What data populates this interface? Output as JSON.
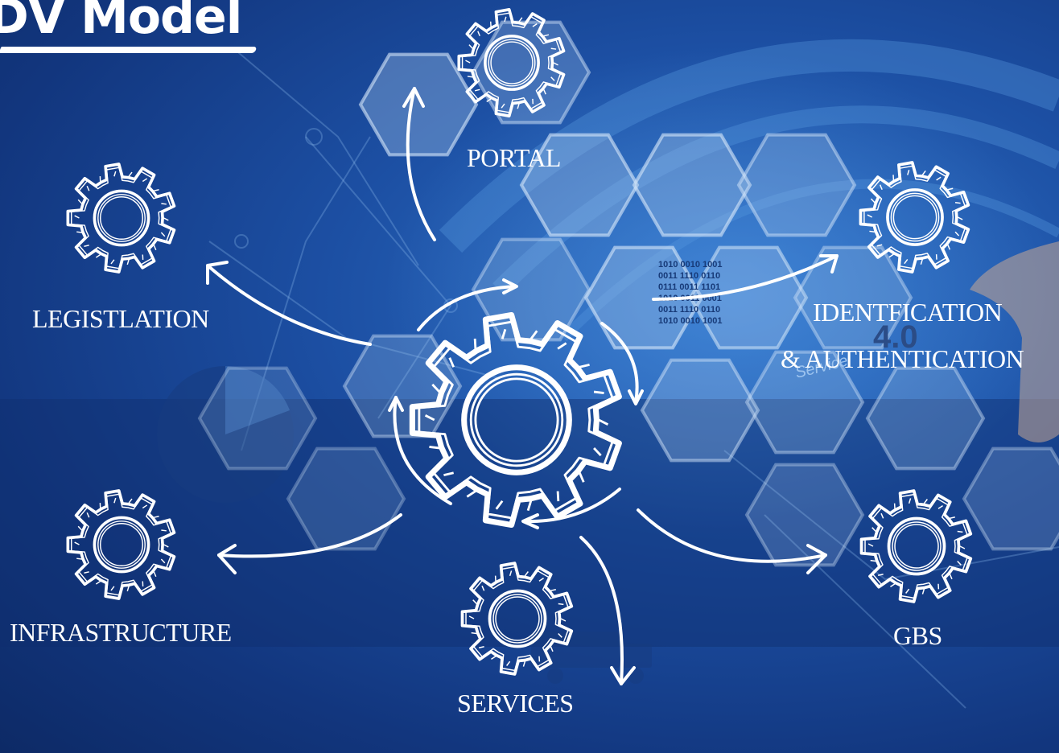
{
  "title": "DV Model",
  "nodes": {
    "portal": "PORTAL",
    "legislation": "LEGISTLATION",
    "identification_line1": "IDENTFICATION",
    "identification_line2": "& AUTHENTICATION",
    "infrastructure": "INFRASTRUCTURE",
    "services": "SERVICES",
    "gbs": "GBS"
  },
  "background": {
    "binary_text": [
      "1010 0010 1001",
      "0011 1110 0110",
      "0111 0011 1101",
      "1010 0011 0001"
    ],
    "version_text": "4.0",
    "service_text": "Service"
  },
  "colors": {
    "accent": "#ffffff",
    "background_dark": "#12367e",
    "background_light": "#2f73c8"
  }
}
